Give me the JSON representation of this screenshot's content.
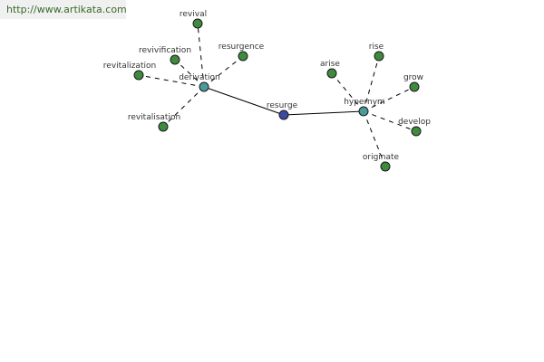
{
  "watermark": "http://www.artikata.com",
  "colors": {
    "leaf": "#3f8a3f",
    "hub": "#4a9a9a",
    "center": "#3a4aa0"
  },
  "graph": {
    "nodes": [
      {
        "id": "resurge",
        "label": "resurge",
        "kind": "center"
      },
      {
        "id": "derivation",
        "label": "derivation",
        "kind": "hub"
      },
      {
        "id": "hypernym",
        "label": "hypernym",
        "kind": "hub"
      },
      {
        "id": "revival",
        "label": "revival",
        "kind": "leaf"
      },
      {
        "id": "revivification",
        "label": "revivification",
        "kind": "leaf"
      },
      {
        "id": "resurgence",
        "label": "resurgence",
        "kind": "leaf"
      },
      {
        "id": "revitalization",
        "label": "revitalization",
        "kind": "leaf"
      },
      {
        "id": "revitalisation",
        "label": "revitalisation",
        "kind": "leaf"
      },
      {
        "id": "arise",
        "label": "arise",
        "kind": "leaf"
      },
      {
        "id": "rise",
        "label": "rise",
        "kind": "leaf"
      },
      {
        "id": "grow",
        "label": "grow",
        "kind": "leaf"
      },
      {
        "id": "develop",
        "label": "develop",
        "kind": "leaf"
      },
      {
        "id": "originate",
        "label": "originate",
        "kind": "leaf"
      }
    ],
    "edges": [
      {
        "from": "resurge",
        "to": "derivation",
        "style": "solid"
      },
      {
        "from": "resurge",
        "to": "hypernym",
        "style": "solid"
      },
      {
        "from": "derivation",
        "to": "revival",
        "style": "dashed"
      },
      {
        "from": "derivation",
        "to": "revivification",
        "style": "dashed"
      },
      {
        "from": "derivation",
        "to": "resurgence",
        "style": "dashed"
      },
      {
        "from": "derivation",
        "to": "revitalization",
        "style": "dashed"
      },
      {
        "from": "derivation",
        "to": "revitalisation",
        "style": "dashed"
      },
      {
        "from": "hypernym",
        "to": "arise",
        "style": "dashed"
      },
      {
        "from": "hypernym",
        "to": "rise",
        "style": "dashed"
      },
      {
        "from": "hypernym",
        "to": "grow",
        "style": "dashed"
      },
      {
        "from": "hypernym",
        "to": "develop",
        "style": "dashed"
      },
      {
        "from": "hypernym",
        "to": "originate",
        "style": "dashed"
      }
    ]
  }
}
